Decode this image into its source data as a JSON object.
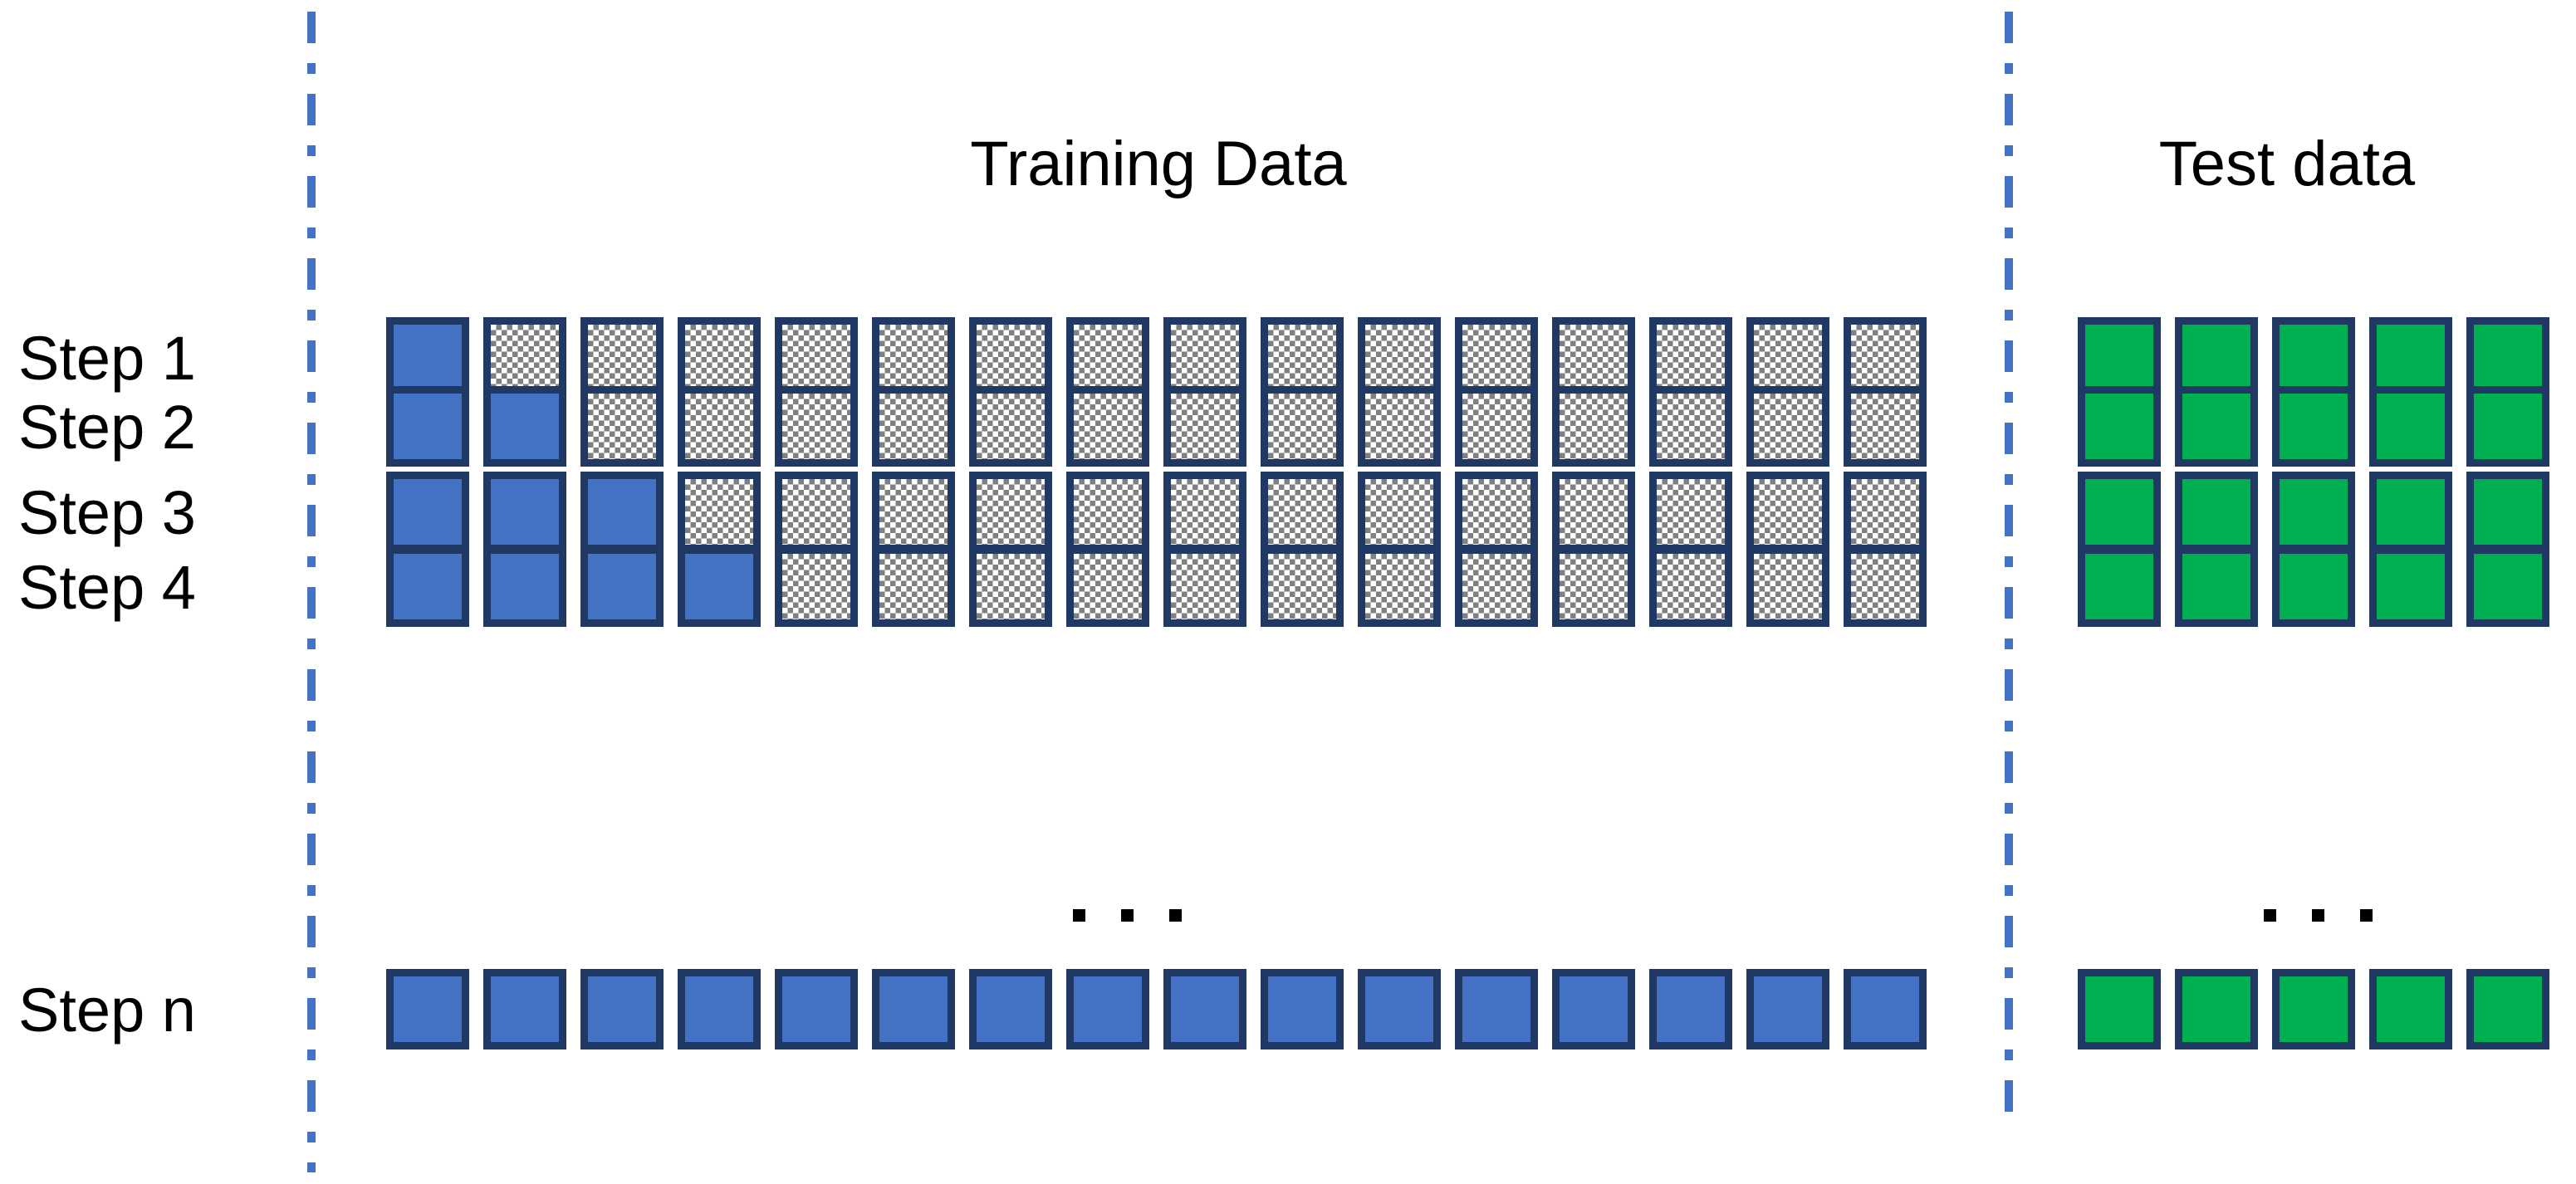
{
  "diagram": {
    "title_training": "Training Data",
    "title_test": "Test data",
    "ellipsis_glyph": ". . .",
    "colors": {
      "train_filled": "#4472C4",
      "train_unused": "#808080",
      "test": "#00B050",
      "cell_border": "#1F3864",
      "divider": "#4472C4",
      "background": "#FFFFFF",
      "text": "#000000"
    },
    "layout": {
      "training_columns": 16,
      "test_columns": 5,
      "divider_style": "dash-dot",
      "divider_count": 2
    },
    "rows": [
      {
        "label": "Step 1",
        "filled_training": 1,
        "training_total": 16,
        "test_total": 5
      },
      {
        "label": "Step 2",
        "filled_training": 2,
        "training_total": 16,
        "test_total": 5
      },
      {
        "label": "Step 3",
        "filled_training": 3,
        "training_total": 16,
        "test_total": 5
      },
      {
        "label": "Step 4",
        "filled_training": 4,
        "training_total": 16,
        "test_total": 5
      },
      {
        "label": "Step n",
        "filled_training": 16,
        "training_total": 16,
        "test_total": 5
      }
    ]
  }
}
